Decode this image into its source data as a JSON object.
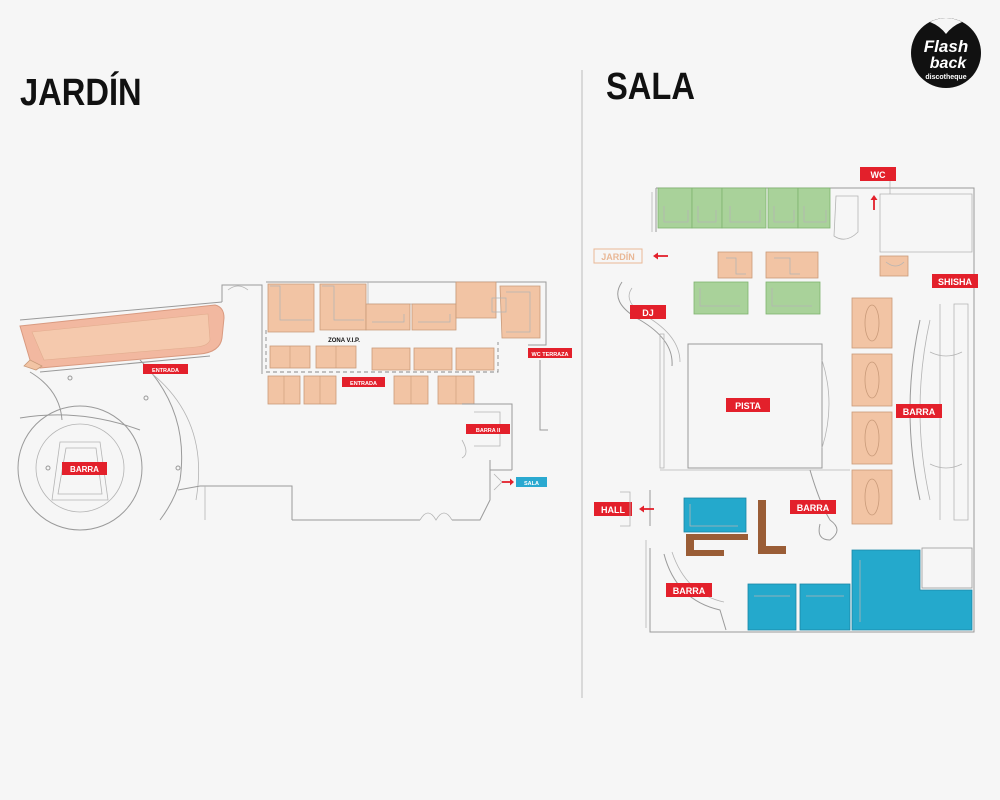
{
  "logo": {
    "line1": "Flash",
    "line2": "back",
    "line3": "discotheque"
  },
  "sections": {
    "garden_title": "JARDÍN",
    "hall_title": "SALA"
  },
  "garden_labels": {
    "entrada_left": "ENTRADA",
    "zona_vip": "ZONA V.I.P.",
    "entrada_center": "ENTRADA",
    "wc_terraza": "WC TERRAZA",
    "barra_ii": "BARRA II",
    "barra": "BARRA",
    "sala": "SALA"
  },
  "hall_labels": {
    "wc": "WC",
    "jardin": "JARDÍN",
    "dj": "DJ",
    "shisha": "SHISHA",
    "pista": "PISTA",
    "barra_right": "BARRA",
    "hall": "HALL",
    "barra_center": "BARRA",
    "barra_bottom": "BARRA"
  },
  "colors": {
    "label_red": "#e3202b",
    "label_blue": "#2aa9d0",
    "zone_peach": "#f2c4a4",
    "zone_green": "#a9d29a",
    "zone_blue": "#24a9cc",
    "furniture_brown": "#9a5d36",
    "arrow_red": "#e3202b"
  }
}
